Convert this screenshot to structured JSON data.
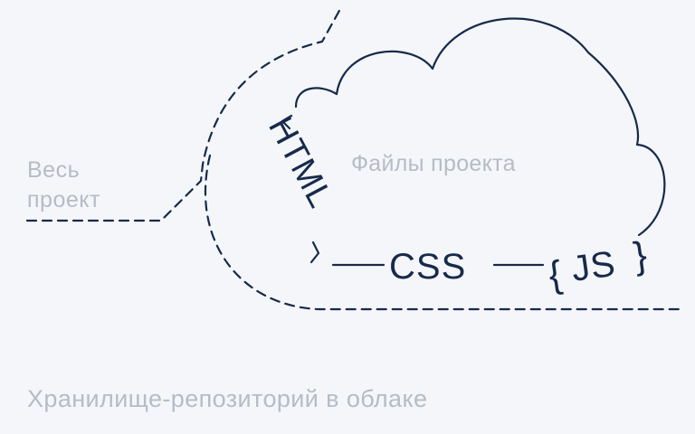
{
  "labels": {
    "whole_project_line1": "Весь",
    "whole_project_line2": "проект",
    "project_files": "Файлы проекта",
    "caption": "Хранилище-репозиторий в облаке"
  },
  "tech": {
    "html": "HTML",
    "css": "CSS",
    "js_open": "{",
    "js": "JS",
    "js_close": "}"
  },
  "colors": {
    "background": "#f4f6f9",
    "ink": "#172a4b",
    "muted_text": "#b6bcc6"
  }
}
